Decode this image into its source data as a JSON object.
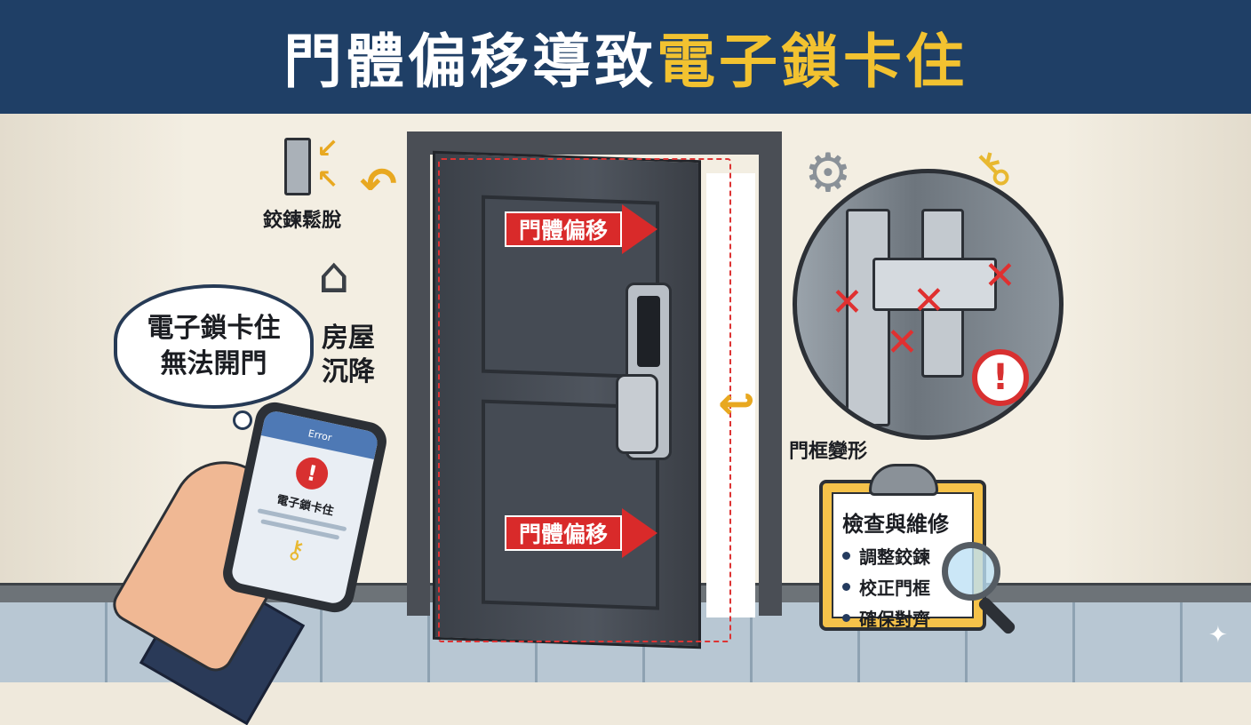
{
  "header": {
    "title_main": "門體偏移導致",
    "title_highlight": "電子鎖卡住"
  },
  "labels": {
    "hinge": "鉸鍊鬆脫",
    "settlement_line1": "房屋",
    "settlement_line2": "沉降",
    "frame": "門框變形"
  },
  "door": {
    "arrow_top": "門體偏移",
    "arrow_bottom": "門體偏移"
  },
  "thought": {
    "line1": "電子鎖卡住",
    "line2": "無法開門"
  },
  "phone": {
    "header": "Error",
    "message": "電子鎖卡住"
  },
  "checklist": {
    "title": "檢查與維修",
    "items": [
      "調整鉸鍊",
      "校正門框",
      "確保對齊"
    ]
  },
  "colors": {
    "header_bg": "#1f3f66",
    "highlight": "#f2c230",
    "alert_red": "#d92a2a"
  }
}
